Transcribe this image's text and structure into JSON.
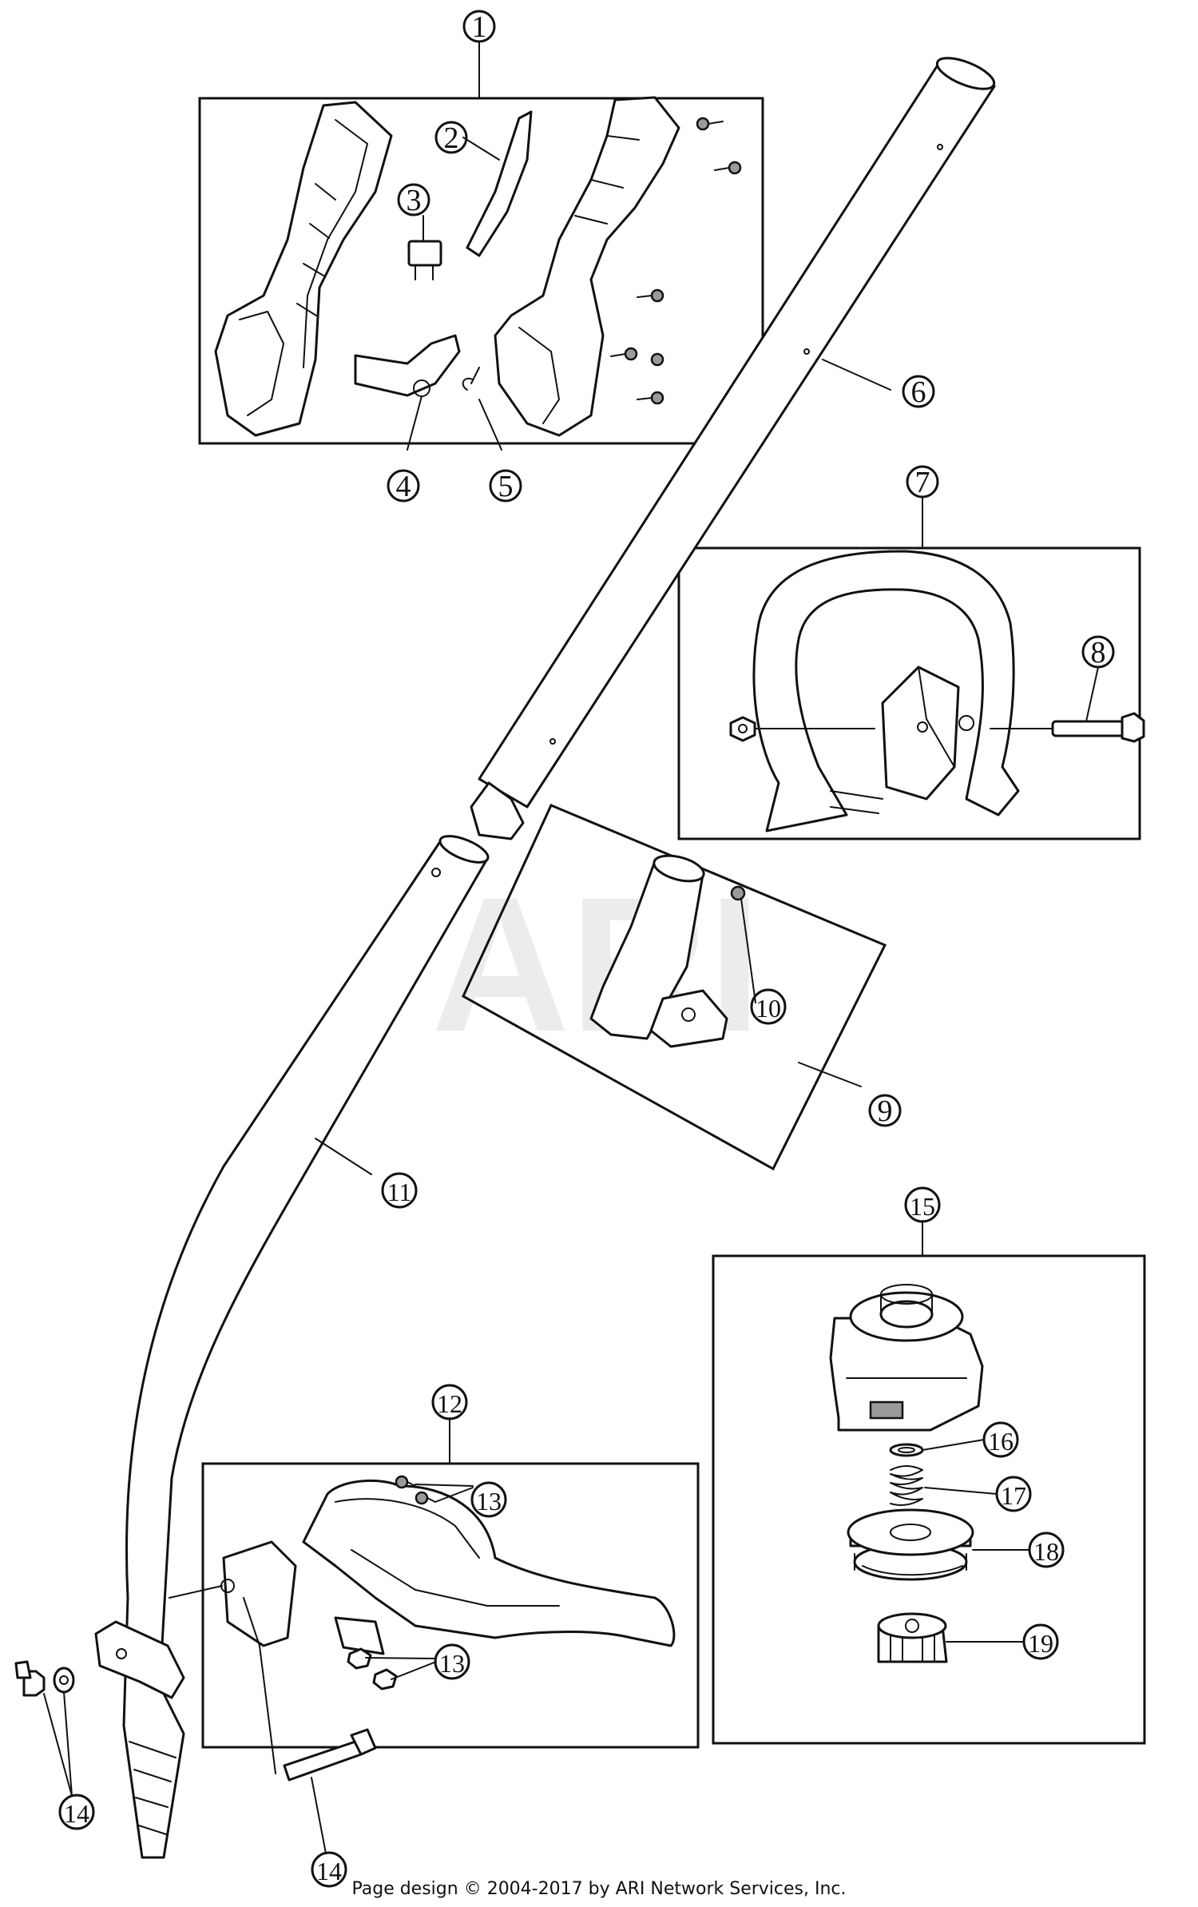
{
  "watermark": "ARI",
  "footer": "Page design © 2004-2017 by ARI Network Services, Inc.",
  "callouts": [
    "1",
    "2",
    "3",
    "4",
    "5",
    "6",
    "7",
    "8",
    "9",
    "10",
    "11",
    "12",
    "13",
    "13",
    "14",
    "14",
    "15",
    "16",
    "17",
    "18",
    "19"
  ]
}
